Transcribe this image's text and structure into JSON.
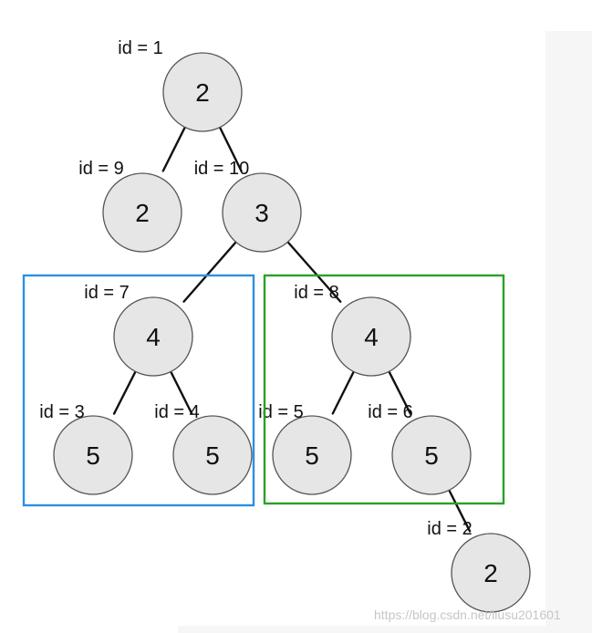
{
  "tree": {
    "nodes": [
      {
        "key": "n1",
        "id_label": "id = 1",
        "value": "2"
      },
      {
        "key": "n9",
        "id_label": "id = 9",
        "value": "2"
      },
      {
        "key": "n10",
        "id_label": "id = 10",
        "value": "3"
      },
      {
        "key": "n7",
        "id_label": "id = 7",
        "value": "4"
      },
      {
        "key": "n8",
        "id_label": "id = 8",
        "value": "4"
      },
      {
        "key": "n3",
        "id_label": "id = 3",
        "value": "5"
      },
      {
        "key": "n4",
        "id_label": "id = 4",
        "value": "5"
      },
      {
        "key": "n5",
        "id_label": "id = 5",
        "value": "5"
      },
      {
        "key": "n6",
        "id_label": "id = 6",
        "value": "5"
      },
      {
        "key": "n2",
        "id_label": "id = 2",
        "value": "2"
      }
    ],
    "edges": [
      [
        "n1",
        "n9"
      ],
      [
        "n1",
        "n10"
      ],
      [
        "n10",
        "n7"
      ],
      [
        "n10",
        "n8"
      ],
      [
        "n7",
        "n3"
      ],
      [
        "n7",
        "n4"
      ],
      [
        "n8",
        "n5"
      ],
      [
        "n8",
        "n6"
      ],
      [
        "n6",
        "n2"
      ]
    ],
    "groups": [
      {
        "key": "left-subtree",
        "color": "#2f8fe0",
        "members": [
          "n7",
          "n3",
          "n4"
        ]
      },
      {
        "key": "right-subtree",
        "color": "#2aa02a",
        "members": [
          "n8",
          "n5",
          "n6"
        ]
      }
    ]
  },
  "style": {
    "node_fill": "#e6e6e6",
    "node_stroke": "#555555",
    "edge_color": "#111111"
  },
  "watermark": "https://blog.csdn.net/liusu201601"
}
